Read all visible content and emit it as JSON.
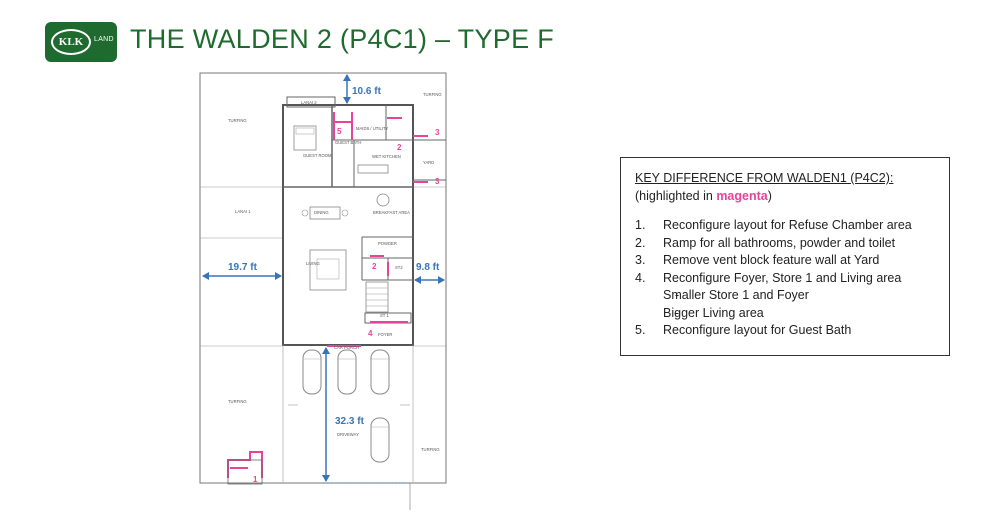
{
  "header": {
    "logo_text": "KLK",
    "logo_subtext": "LAND",
    "title": "THE WALDEN 2 (P4C1) – TYPE F"
  },
  "plan": {
    "rooms": {
      "lanai2": "LANAI 2",
      "turfing_top_left": "TURFING",
      "turfing_top_right": "TURFING",
      "maids_utility": "MAIDS / UTILITY",
      "guest_bath": "GUEST BATH",
      "guest_room": "GUEST ROOM",
      "wet_kitchen": "WET KITCHEN",
      "yard": "YARD",
      "lanai1": "LANAI 1",
      "dining": "DINING",
      "breakfast_area": "BREAKFAST AREA",
      "powder": "POWDER",
      "st2": "ST2",
      "living": "LIVING",
      "st1": "ST 1",
      "foyer": "FOYER",
      "car_porch": "CAR PORCH",
      "turfing_bottom_left": "TURFING",
      "turfing_bottom_right": "TURFING",
      "driveway": "DRIVEWAY"
    },
    "dimensions": {
      "rear_setback": "10.6 ft",
      "left_setback": "19.7 ft",
      "right_setback": "9.8 ft",
      "front_setback": "32.3 ft"
    },
    "markers": {
      "m5": "5",
      "m2_top": "2",
      "m3_upper": "3",
      "m3_lower": "3",
      "m2_mid": "2",
      "m4": "4",
      "m1": "1"
    },
    "colors": {
      "wall": "#666666",
      "magenta": "#e8439a",
      "arrow": "#3a74b8"
    }
  },
  "key_difference": {
    "heading": "KEY DIFFERENCE FROM WALDEN1 (P4C2):",
    "note_prefix": "(highlighted in ",
    "note_highlight": "magenta",
    "note_suffix": ")",
    "items": [
      {
        "num": "1.",
        "text": "Reconfigure layout for Refuse Chamber area"
      },
      {
        "num": "2.",
        "text": "Ramp for all bathrooms, powder and toilet"
      },
      {
        "num": "3.",
        "text": "Remove vent block feature wall at Yard"
      },
      {
        "num": "4.",
        "text": "Reconfigure Foyer, Store 1 and Living area"
      }
    ],
    "sub_items": [
      {
        "dash": "-",
        "text": "Smaller Store 1 and Foyer"
      },
      {
        "dash": "-",
        "text": "Bigger Living area"
      }
    ],
    "last_item": {
      "num": "5.",
      "text": "Reconfigure layout for Guest Bath"
    }
  }
}
